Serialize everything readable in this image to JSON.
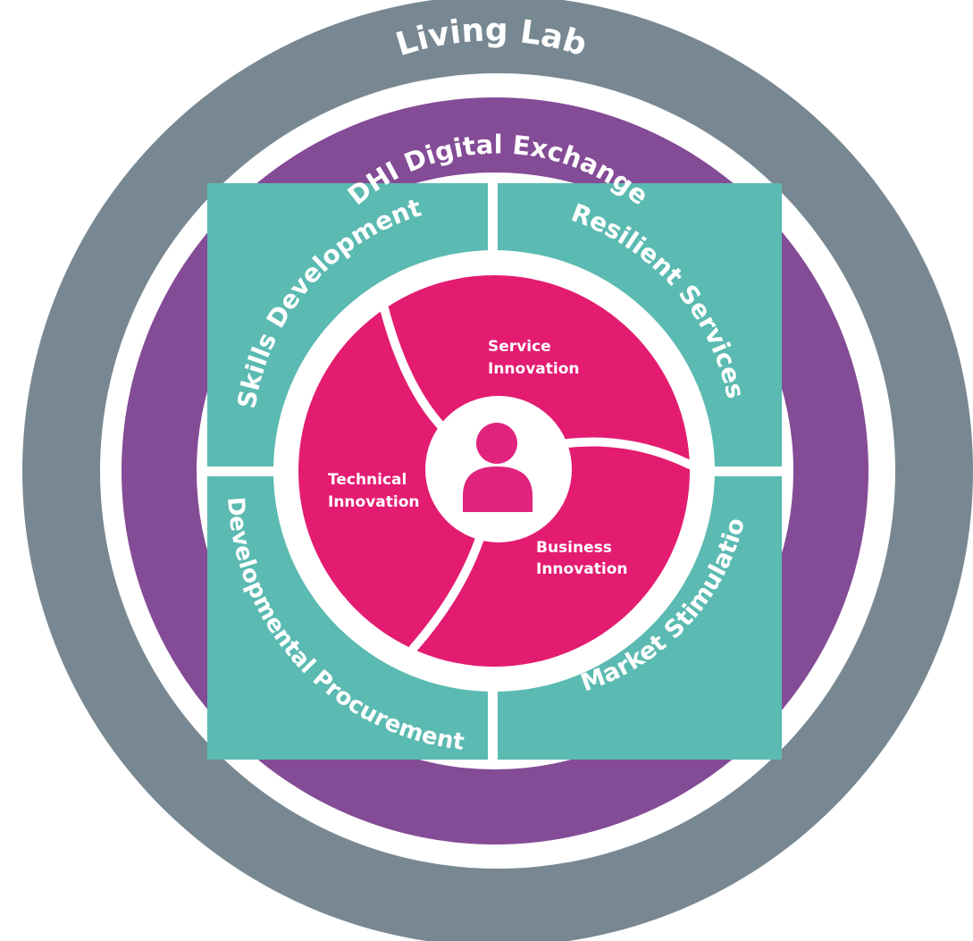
{
  "outer_ring": {
    "label": "Living Lab",
    "color": "#788892"
  },
  "middle_ring": {
    "label": "DHI Digital Exchange",
    "color": "#844b96"
  },
  "quadrants": {
    "color": "#5bbab1",
    "items": [
      {
        "label": "Skills Development"
      },
      {
        "label": "Resilient Services"
      },
      {
        "label": "Developmental Procurement"
      },
      {
        "label": "Market Stimulation"
      }
    ]
  },
  "core": {
    "color": "#e31c72",
    "center_color": "#e0237c",
    "center_icon": "person-icon",
    "sectors": [
      {
        "line1": "Service",
        "line2": "Innovation"
      },
      {
        "line1": "Technical",
        "line2": "Innovation"
      },
      {
        "line1": "Business",
        "line2": "Innovation"
      }
    ]
  }
}
